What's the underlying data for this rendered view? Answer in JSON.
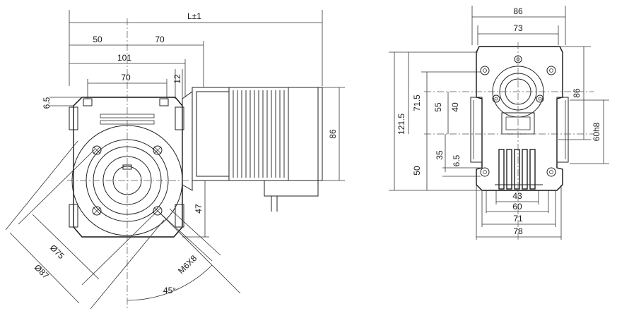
{
  "side_view": {
    "dims": {
      "overall_length": "L±1",
      "d50": "50",
      "d70_top": "70",
      "d101": "101",
      "d70_inner": "70",
      "d12": "12",
      "d6_5": "6.5",
      "d86": "86",
      "d47": "47",
      "d_phi75": "Ø75",
      "d_phi87": "Ø87",
      "thread": "M6X8",
      "angle": "45°"
    }
  },
  "front_view": {
    "dims": {
      "d86_top": "86",
      "d73": "73",
      "d121_5": "121.5",
      "d71_5": "71.5",
      "d55": "55",
      "d40": "40",
      "d35": "35",
      "d6_5": "6.5",
      "d50": "50",
      "d86_right": "86",
      "d60h8": "60h8",
      "d43": "43",
      "d60": "60",
      "d71": "71",
      "d78": "78"
    }
  }
}
